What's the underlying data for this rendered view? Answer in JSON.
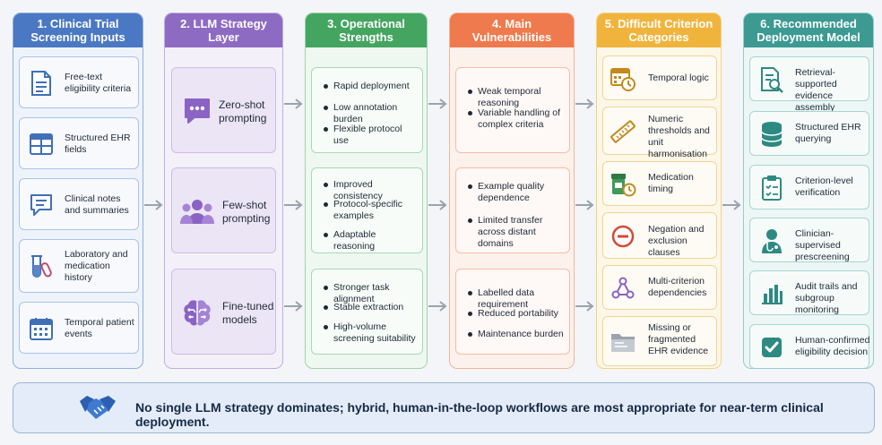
{
  "colors": {
    "col1": "#4b78c2",
    "col2": "#8e6bc3",
    "col3": "#44a561",
    "col4": "#ef7a4d",
    "col5": "#f0b43c",
    "col6": "#3c9a92"
  },
  "columns": [
    {
      "title": "1. Clinical Trial Screening Inputs",
      "items": [
        {
          "icon": "document-icon",
          "label": "Free-text eligibility criteria"
        },
        {
          "icon": "table-grid-icon",
          "label": "Structured EHR fields"
        },
        {
          "icon": "notes-icon",
          "label": "Clinical notes and summaries"
        },
        {
          "icon": "test-tube-pill-icon",
          "label": "Laboratory and medication history"
        },
        {
          "icon": "calendar-icon",
          "label": "Temporal patient events"
        }
      ]
    },
    {
      "title": "2. LLM Strategy Layer",
      "items": [
        {
          "icon": "chat-bubble-icon",
          "label": "Zero-shot prompting"
        },
        {
          "icon": "people-group-icon",
          "label": "Few-shot prompting"
        },
        {
          "icon": "brain-circuit-icon",
          "label": "Fine-tuned models"
        }
      ]
    },
    {
      "title": "3. Operational Strengths",
      "groups": [
        [
          "Rapid deployment",
          "Low annotation burden",
          "Flexible protocol use"
        ],
        [
          "Improved consistency",
          "Protocol-specific examples",
          "Adaptable reasoning"
        ],
        [
          "Stronger task alignment",
          "Stable extraction",
          "High-volume screening suitability"
        ]
      ]
    },
    {
      "title": "4. Main Vulnerabilities",
      "groups": [
        [
          "Weak temporal reasoning",
          "Variable handling of complex criteria"
        ],
        [
          "Example quality dependence",
          "Limited transfer across distant domains"
        ],
        [
          "Labelled data requirement",
          "Reduced portability",
          "Maintenance burden"
        ]
      ]
    },
    {
      "title": "5. Difficult Criterion Categories",
      "items": [
        {
          "icon": "calendar-clock-icon",
          "label": "Temporal logic"
        },
        {
          "icon": "ruler-icon",
          "label": "Numeric thresholds and unit harmonisation"
        },
        {
          "icon": "medication-timer-icon",
          "label": "Medication timing"
        },
        {
          "icon": "negation-circle-icon",
          "label": "Negation and exclusion clauses"
        },
        {
          "icon": "network-nodes-icon",
          "label": "Multi-criterion dependencies"
        },
        {
          "icon": "folder-icon",
          "label": "Missing or fragmented EHR evidence"
        }
      ]
    },
    {
      "title": "6. Recommended Deployment Model",
      "items": [
        {
          "icon": "document-search-icon",
          "label": "Retrieval-supported evidence assembly"
        },
        {
          "icon": "database-icon",
          "label": "Structured EHR querying"
        },
        {
          "icon": "clipboard-check-icon",
          "label": "Criterion-level verification"
        },
        {
          "icon": "clinician-icon",
          "label": "Clinician-supervised prescreening"
        },
        {
          "icon": "bar-chart-icon",
          "label": "Audit trails and subgroup monitoring"
        },
        {
          "icon": "checkbox-icon",
          "label": "Human-confirmed eligibility decision"
        }
      ]
    }
  ],
  "banner": {
    "icon": "handshake-icon",
    "text": "No single LLM strategy dominates; hybrid, human-in-the-loop workflows are most appropriate for near-term clinical deployment."
  }
}
